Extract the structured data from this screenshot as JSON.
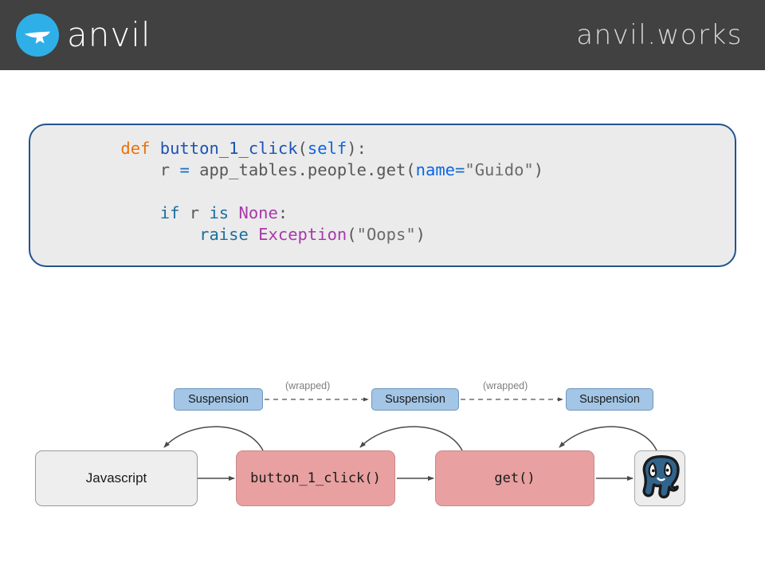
{
  "header": {
    "logo_icon": "anvil-bird-icon",
    "logo_wordmark": "anvil",
    "site_wordmark": "anvil.works",
    "background_color": "#414141",
    "logo_accent_color": "#2fafe8"
  },
  "code_panel": {
    "border_color": "#22538f",
    "background_color": "#ebebeb",
    "language": "python",
    "lines": [
      {
        "indent": "    ",
        "tokens": [
          {
            "text": "def",
            "kind": "keyword-def",
            "color": "#e8730c"
          },
          {
            "text": " ",
            "kind": "plain",
            "color": "#585858"
          },
          {
            "text": "button_1_click",
            "kind": "function-name",
            "color": "#1e53b5"
          },
          {
            "text": "(",
            "kind": "plain",
            "color": "#585858"
          },
          {
            "text": "self",
            "kind": "self",
            "color": "#0b66e0"
          },
          {
            "text": "):",
            "kind": "plain",
            "color": "#585858"
          }
        ]
      },
      {
        "indent": "        ",
        "tokens": [
          {
            "text": "r ",
            "kind": "plain",
            "color": "#585858"
          },
          {
            "text": "=",
            "kind": "operator",
            "color": "#1e6fc0"
          },
          {
            "text": " app_tables.people.get(",
            "kind": "plain",
            "color": "#585858"
          },
          {
            "text": "name",
            "kind": "argument",
            "color": "#0b66e0"
          },
          {
            "text": "=",
            "kind": "operator",
            "color": "#1e6fc0"
          },
          {
            "text": "\"Guido\"",
            "kind": "string",
            "color": "#6b6b6b"
          },
          {
            "text": ")",
            "kind": "plain",
            "color": "#585858"
          }
        ]
      },
      {
        "indent": "",
        "tokens": []
      },
      {
        "indent": "        ",
        "tokens": [
          {
            "text": "if",
            "kind": "keyword",
            "color": "#1a6f9e"
          },
          {
            "text": " r ",
            "kind": "plain",
            "color": "#585858"
          },
          {
            "text": "is",
            "kind": "keyword",
            "color": "#1a6f9e"
          },
          {
            "text": " ",
            "kind": "plain",
            "color": "#585858"
          },
          {
            "text": "None",
            "kind": "constant",
            "color": "#a839ab"
          },
          {
            "text": ":",
            "kind": "plain",
            "color": "#585858"
          }
        ]
      },
      {
        "indent": "            ",
        "tokens": [
          {
            "text": "raise",
            "kind": "keyword",
            "color": "#1a6f9e"
          },
          {
            "text": " ",
            "kind": "plain",
            "color": "#585858"
          },
          {
            "text": "Exception",
            "kind": "exception",
            "color": "#a839ab"
          },
          {
            "text": "(",
            "kind": "plain",
            "color": "#585858"
          },
          {
            "text": "\"Oops\"",
            "kind": "string",
            "color": "#6b6b6b"
          },
          {
            "text": ")",
            "kind": "plain",
            "color": "#585858"
          }
        ]
      }
    ]
  },
  "diagram": {
    "suspension_nodes": [
      {
        "label": "Suspension"
      },
      {
        "label": "Suspension"
      },
      {
        "label": "Suspension"
      }
    ],
    "flow_nodes": [
      {
        "label": "Javascript",
        "style": "javascript",
        "fill": "#eeeeee"
      },
      {
        "label": "button_1_click()",
        "style": "function",
        "fill": "#e8a0a0"
      },
      {
        "label": "get()",
        "style": "function",
        "fill": "#e8a0a0"
      },
      {
        "label": "",
        "style": "database",
        "icon": "postgresql-elephant-icon",
        "fill": "#ededed"
      }
    ],
    "edge_labels": [
      {
        "label": "(wrapped)"
      },
      {
        "label": "(wrapped)"
      }
    ],
    "suspension_fill": "#a3c5e6",
    "function_fill": "#e8a0a0"
  }
}
